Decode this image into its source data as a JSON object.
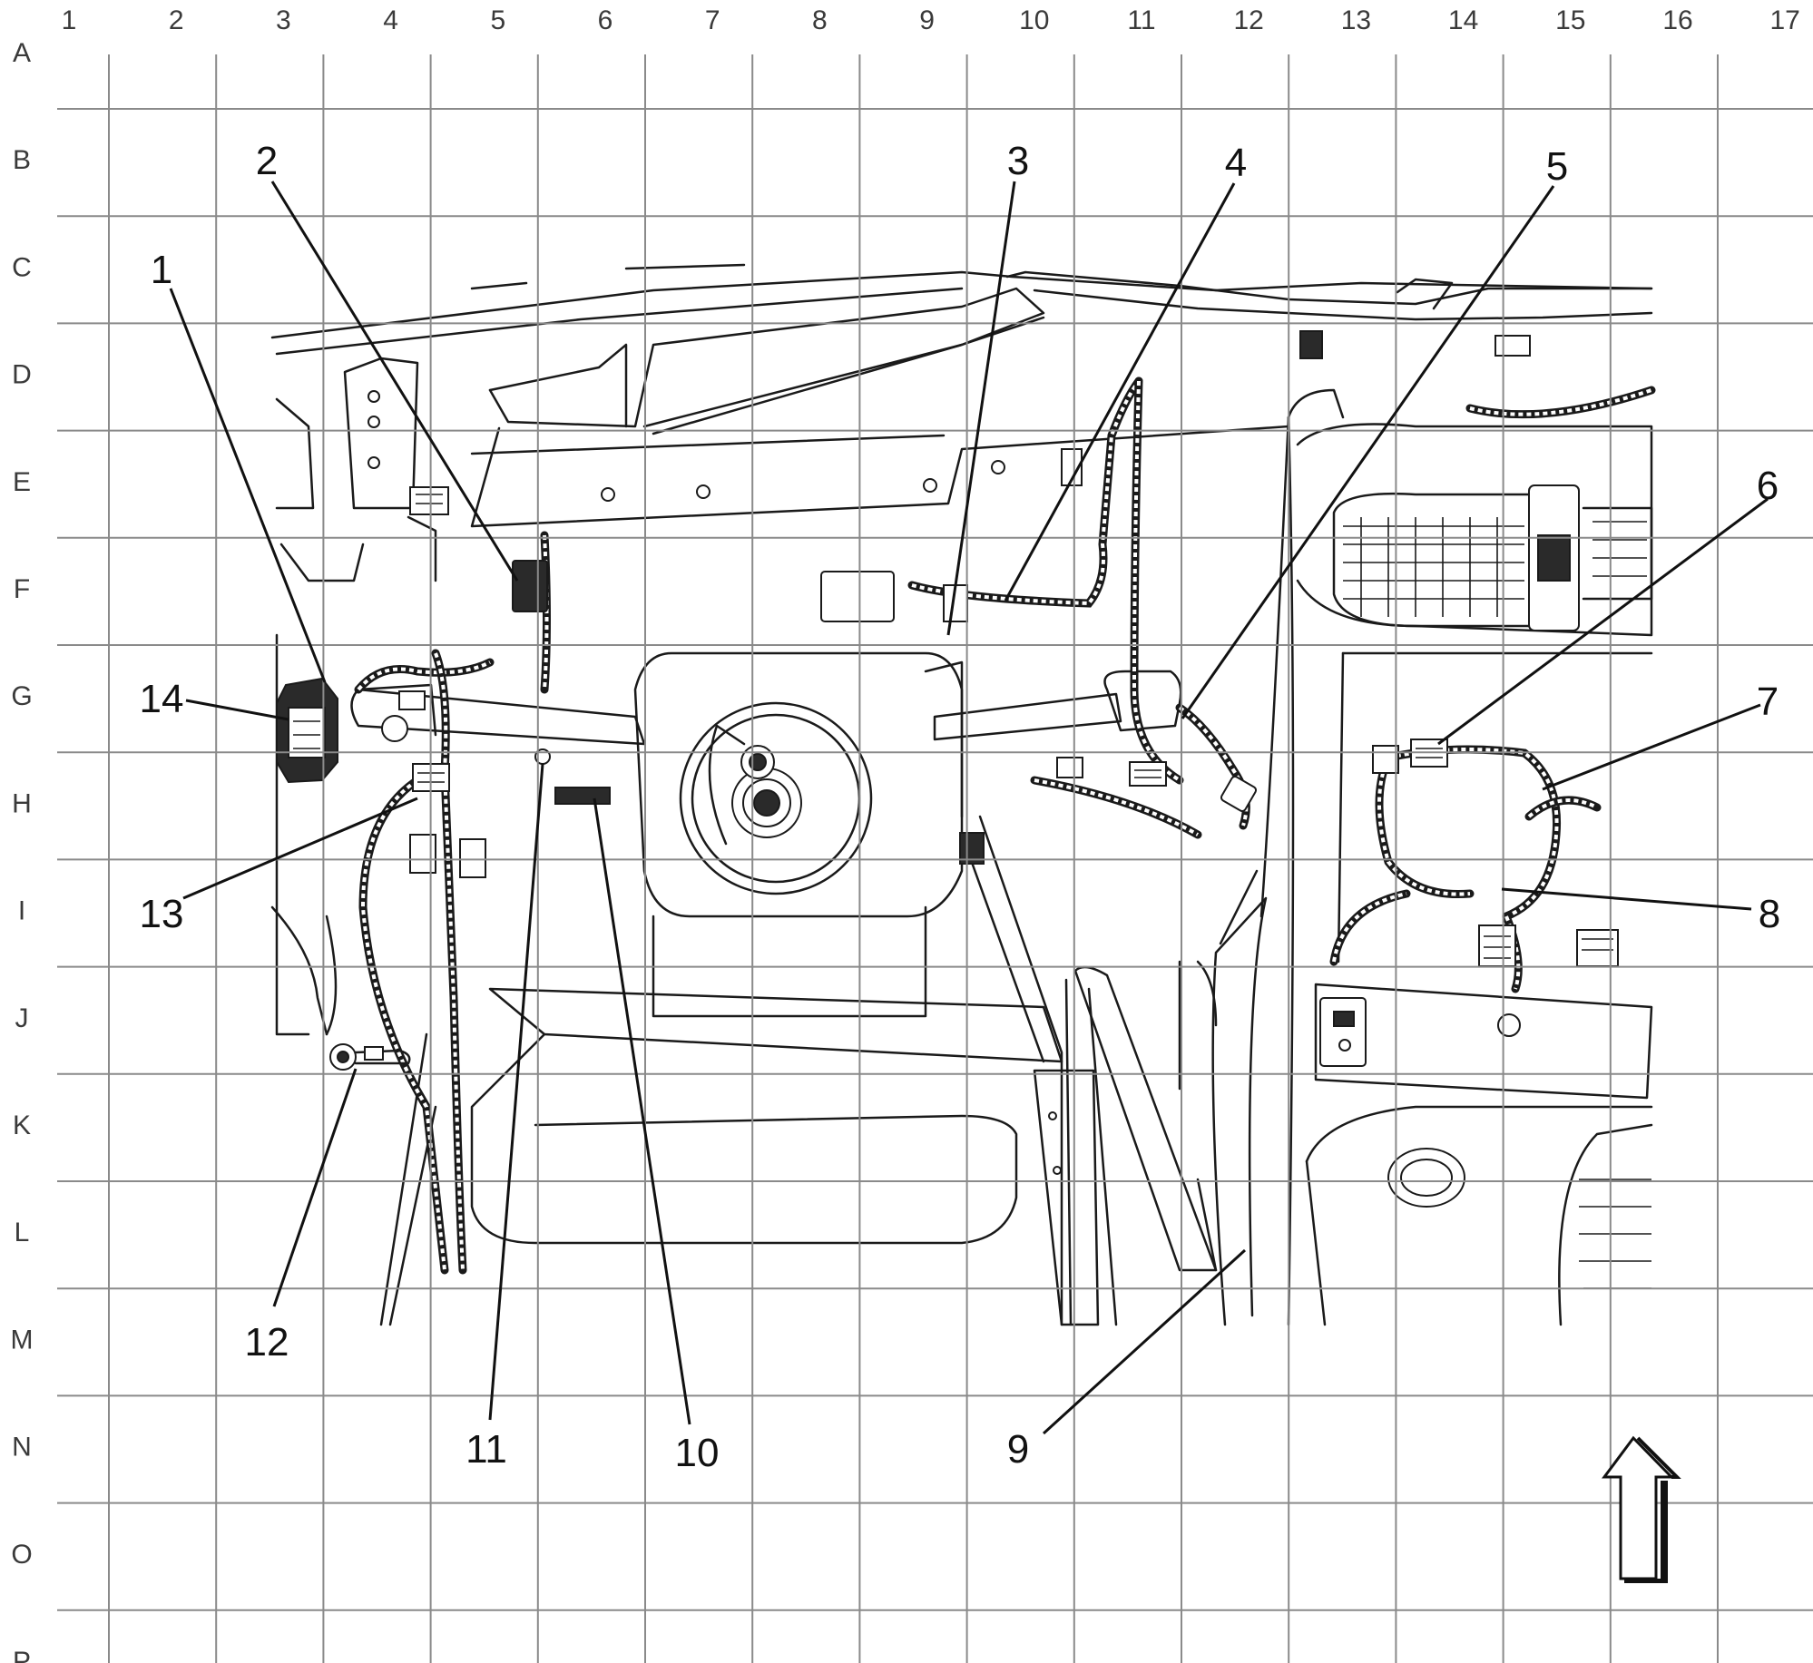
{
  "grid": {
    "columns": [
      "1",
      "2",
      "3",
      "4",
      "5",
      "6",
      "7",
      "8",
      "9",
      "10",
      "11",
      "12",
      "13",
      "14",
      "15",
      "16",
      "17"
    ],
    "rows": [
      "A",
      "B",
      "C",
      "D",
      "E",
      "F",
      "G",
      "H",
      "I",
      "J",
      "K",
      "L",
      "M",
      "N",
      "O",
      "P"
    ]
  },
  "callouts": [
    "1",
    "2",
    "3",
    "4",
    "5",
    "6",
    "7",
    "8",
    "9",
    "10",
    "11",
    "12",
    "13",
    "14"
  ],
  "icons": {
    "orientation": "up-arrow-icon"
  }
}
